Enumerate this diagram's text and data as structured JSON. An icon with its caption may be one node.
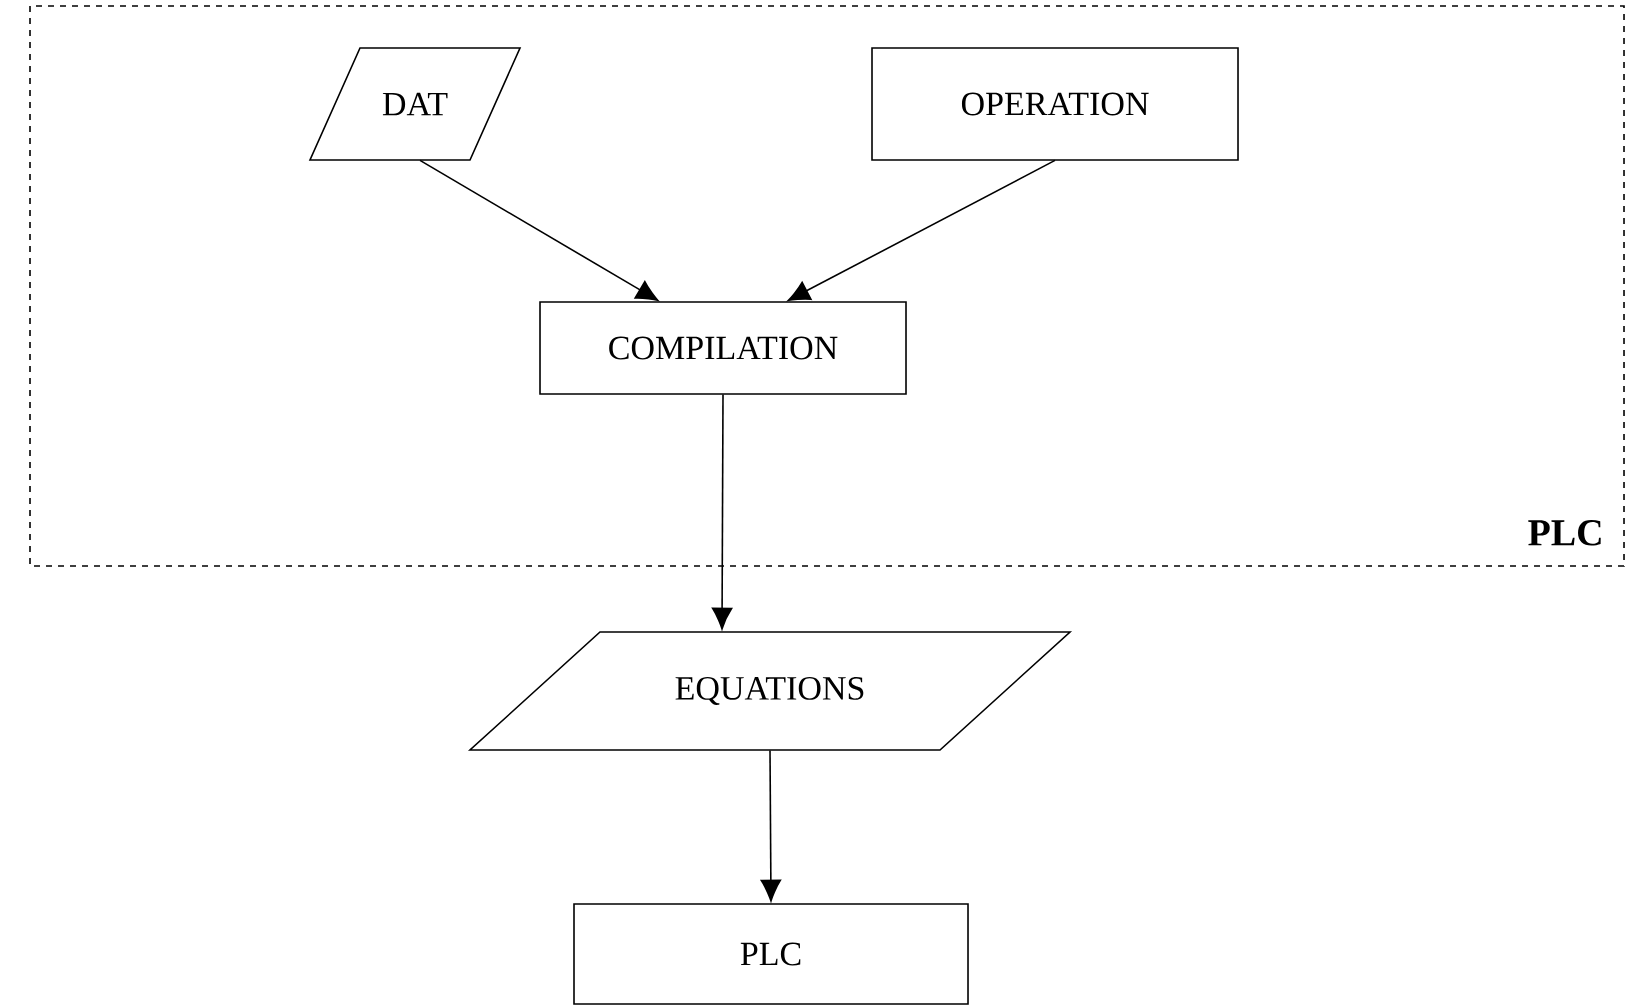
{
  "diagram": {
    "nodes": [
      {
        "text": [
          "PLC"
        ]
      },
      {
        "text": [
          "DAT"
        ],
        "in": 0
      },
      {
        "text": [
          "OPERATION"
        ],
        "in": 0
      },
      {
        "text": [
          "COMPILATION"
        ],
        "in": 0
      },
      {
        "text": [
          "EQUATIONS"
        ]
      },
      {
        "text": [
          "PLC"
        ]
      }
    ],
    "edges": [
      {
        "from": 1,
        "to": 3,
        "arrow": "to"
      },
      {
        "from": 2,
        "to": 3,
        "arrow": "to"
      },
      {
        "from": 3,
        "to": 4,
        "arrow": "to"
      },
      {
        "from": 4,
        "to": 5,
        "arrow": "to"
      }
    ]
  }
}
